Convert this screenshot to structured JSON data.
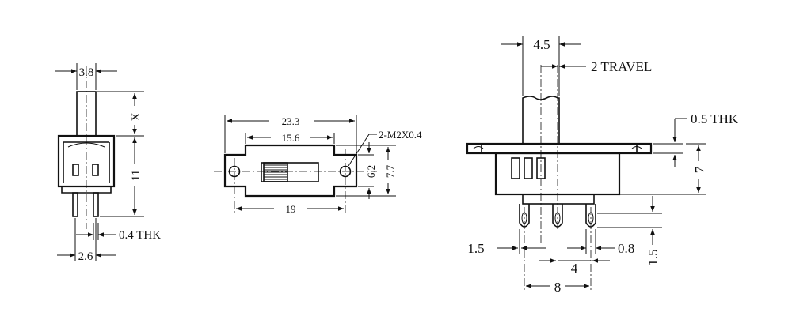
{
  "side_view": {
    "width_dim": "3.8",
    "travel_dim": "X",
    "height_dim": "11",
    "thickness_label": "0.4 THK",
    "pin_spacing_dim": "2.6"
  },
  "top_view": {
    "length_dim": "23.3",
    "inner_dim": "15.6",
    "thread_label": "2-M2X0.4",
    "hole_dim": "19",
    "height_small_dim": "6.2",
    "height_dim": "7.7"
  },
  "front_view": {
    "actuator_width_dim": "4.5",
    "travel_label": "2 TRAVEL",
    "plate_thk_label": "0.5 THK",
    "body_height_dim": "7",
    "left_offset_dim": "1.5",
    "pin_width_dim": "0.8",
    "pin_height_dim": "1.5",
    "pin_pitch_dim": "4",
    "pin_span_dim": "8"
  }
}
